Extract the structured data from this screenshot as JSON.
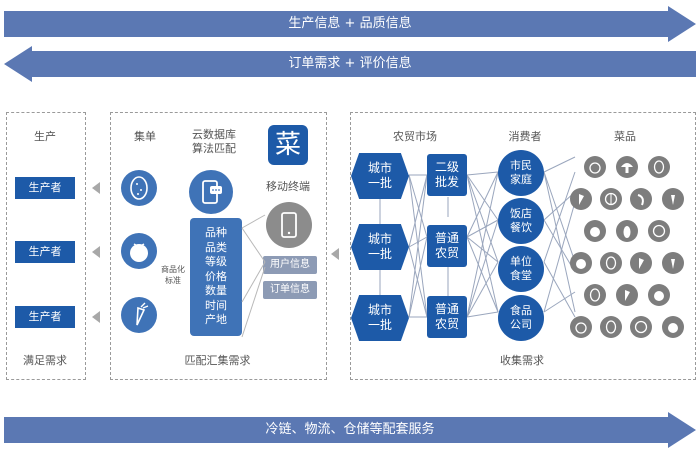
{
  "top_banners": {
    "production_flow": "生产信息 + 品质信息",
    "order_flow": "订单需求 + 评价信息"
  },
  "bottom_banner": "冷链、物流、仓储等配套服务",
  "left_panel": {
    "title": "生产",
    "producers": [
      "生产者",
      "生产者",
      "生产者"
    ],
    "footer": "满足需求"
  },
  "middle_panel": {
    "col_aggregate": "集单",
    "col_cloud": "云数据库\n算法匹配",
    "commodity_note": "商品化\n标准",
    "criteria": "品种\n品类\n等级\n价格\n数量\n时间\n产地",
    "app_logo_char": "菜",
    "mobile_label": "移动终端",
    "tags": [
      "用户信息",
      "订单信息"
    ],
    "footer": "匹配汇集需求"
  },
  "right_panel": {
    "col_market": "农贸市场",
    "col_consumer": "消费者",
    "col_veg": "菜品",
    "wholesale": [
      "城市\n一批",
      "城市\n一批",
      "城市\n一批"
    ],
    "secondary": [
      "二级\n批发",
      "普通\n农贸",
      "普通\n农贸"
    ],
    "consumers": [
      "市民\n家庭",
      "饭店\n餐饮",
      "单位\n食堂",
      "食品\n公司"
    ],
    "footer": "收集需求"
  },
  "colors": {
    "banner": "#5b78b3",
    "accent": "#1d5aa8",
    "panel_border": "#9a9a9a"
  }
}
